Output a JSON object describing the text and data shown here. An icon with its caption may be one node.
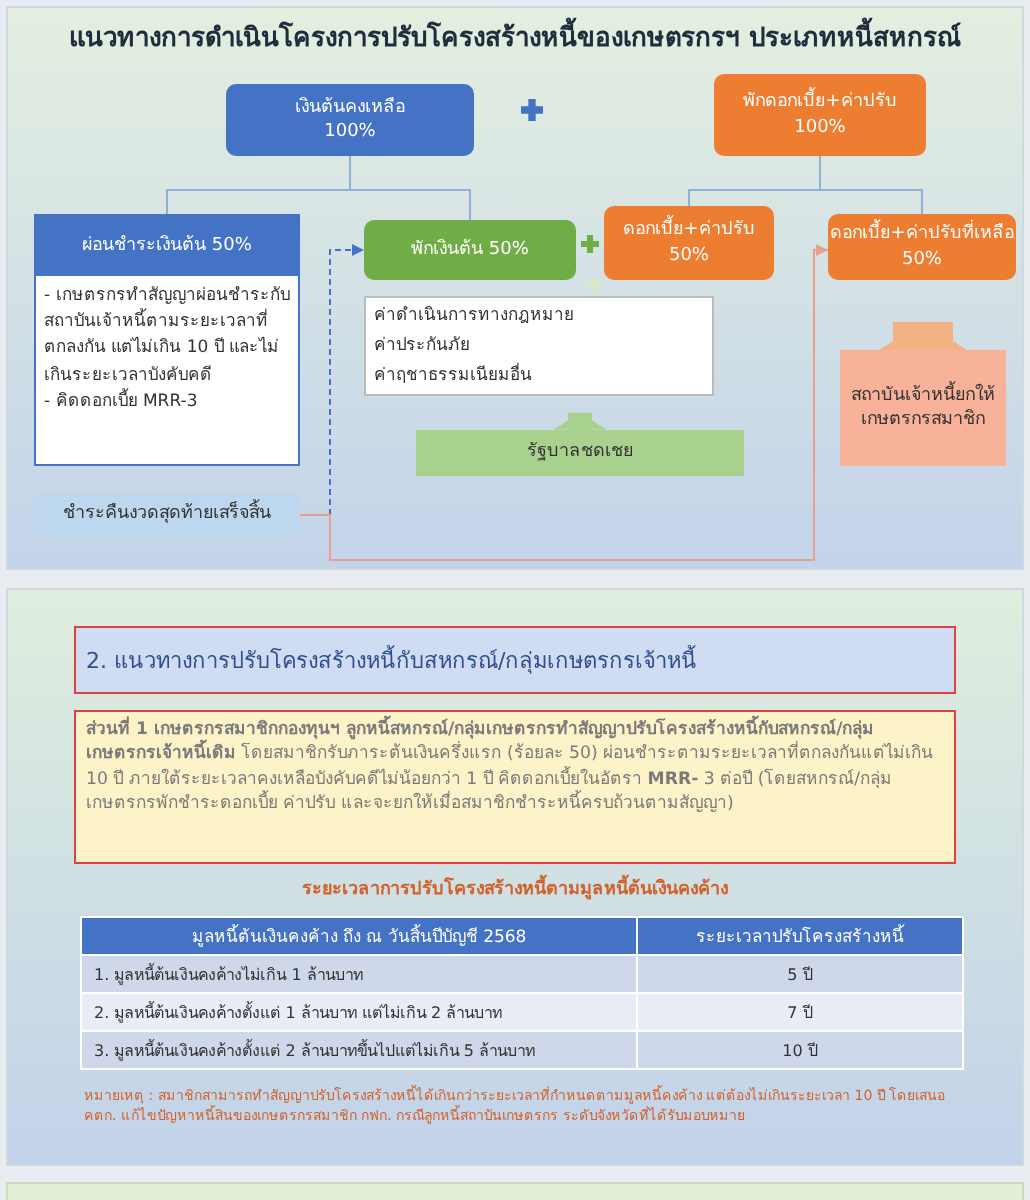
{
  "diagram": {
    "title": "แนวทางการดำเนินโครงการปรับโครงสร้างหนี้ของเกษตรกรฯ ประเภทหนี้สหกรณ์",
    "nodes": [
      {
        "text": [
          "เงินต้นคงเหลือ",
          "100%"
        ]
      },
      {
        "text": [
          "พักดอกเบี้ย+ค่าปรับ",
          "100%"
        ]
      },
      {
        "text": [
          "ผ่อนชำระเงินต้น 50%",
          "- เกษตรกรทำสัญญาผ่อนชำระกับสถาบันเจ้าหนี้ตามระยะเวลาที่ตกลงกัน แต่ไม่เกิน 10 ปี และไม่เกินระยะเวลาบังคับคดี",
          "- คิดดอกเบี้ย MRR-3"
        ]
      },
      {
        "text": [
          "พักเงินต้น 50%"
        ]
      },
      {
        "text": [
          "ดอกเบี้ย+ค่าปรับ 50%"
        ]
      },
      {
        "text": [
          "ดอกเบี้ย+ค่าปรับที่เหลือ 50%"
        ]
      },
      {
        "text": [
          "ค่าดำเนินการทางกฎหมาย",
          "ค่าประกันภัย",
          "ค่าฤชาธรรมเนียมอื่น"
        ]
      },
      {
        "text": [
          "รัฐบาลชดเชย"
        ]
      },
      {
        "text": [
          "สถาบันเจ้าหนี้ยกให้เกษตรกรสมาชิก"
        ]
      },
      {
        "text": [
          "ชำระคืนงวดสุดท้ายเสร็จสิ้น"
        ]
      },
      {
        "text": [
          "2. แนวทางการปรับโครงสร้างหนี้กับสหกรณ์/กลุ่มเกษตรกรเจ้าหนี้"
        ]
      },
      {
        "text": [
          "**ส่วนที่ 1 เกษตรกรสมาชิกกองทุนฯ ลูกหนี้สหกรณ์/กลุ่มเกษตรกรทำสัญญาปรับโครงสร้างหนี้กับสหกรณ์/กลุ่มเกษตรกรเจ้าหนี้เดิม** โดยสมาชิกรับภาระต้นเงินครึ่งแรก (ร้อยละ 50) ผ่อนชำระตามระยะเวลาที่ตกลงกันแต่ไม่เกิน 10 ปี ภายใต้ระยะเวลาคงเหลือบังคับคดีไม่น้อยกว่า 1 ปี คิดดอกเบี้ยในอัตรา **MRR-** 3 ต่อปี (โดยสหกรณ์/กลุ่มเกษตรกรพักชำระดอกเบี้ย ค่าปรับ และจะยกให้เมื่อสมาชิกชำระหนี้ครบถ้วนตามสัญญา)"
        ]
      }
    ],
    "edges": [
      {
        "from": 0,
        "to": 2,
        "arrow": "none"
      },
      {
        "from": 0,
        "to": 3,
        "arrow": "none"
      },
      {
        "from": 1,
        "to": 4,
        "arrow": "none"
      },
      {
        "from": 1,
        "to": 5,
        "arrow": "none"
      },
      {
        "from": 9,
        "to": 3,
        "arrow": "to",
        "style": "dashed"
      },
      {
        "from": 9,
        "to": 5,
        "arrow": "to",
        "color": "#e8a08c"
      },
      {
        "from": 7,
        "to": 6,
        "arrow": "to",
        "style": "thick",
        "color": "#a9d18e"
      },
      {
        "from": 8,
        "to": 5,
        "arrow": "to",
        "style": "thick",
        "color": "#f4b183"
      }
    ],
    "labels": [
      "ระยะเวลาการปรับโครงสร้างหนี้ตามมูลหนี้ต้นเงินคงค้าง",
      "มูลหนี้ต้นเงินคงค้าง ถึง ณ วันสิ้นปีบัญชี 2568",
      "ระยะเวลาปรับโครงสร้างหนี้",
      "1. มูลหนี้ต้นเงินคงค้างไม่เกิน 1 ล้านบาท",
      "5 ปี",
      "2. มูลหนี้ต้นเงินคงค้างตั้งแต่ 1 ล้านบาท แต่ไม่เกิน 2 ล้านบาท",
      "7 ปี",
      "3. มูลหนี้ต้นเงินคงค้างตั้งแต่ 2 ล้านบาทขึ้นไปแต่ไม่เกิน 5 ล้านบาท",
      "10 ปี",
      "หมายเหตุ : สมาชิกสามารถทำสัญญาปรับโครงสร้างหนี้ได้เกินกว่าระยะเวลาที่กำหนดตามมูลหนี้คงค้าง แต่ต้องไม่เกินระยะเวลา 10 ปี โดยเสนอ คตก. แก้ไขปัญหาหนี้สินของเกษตรกรสมาชิก กฟก. กรณีลูกหนี้สถาบันเกษตรกร ระดับจังหวัดที่ได้รับมอบหมาย"
    ]
  }
}
